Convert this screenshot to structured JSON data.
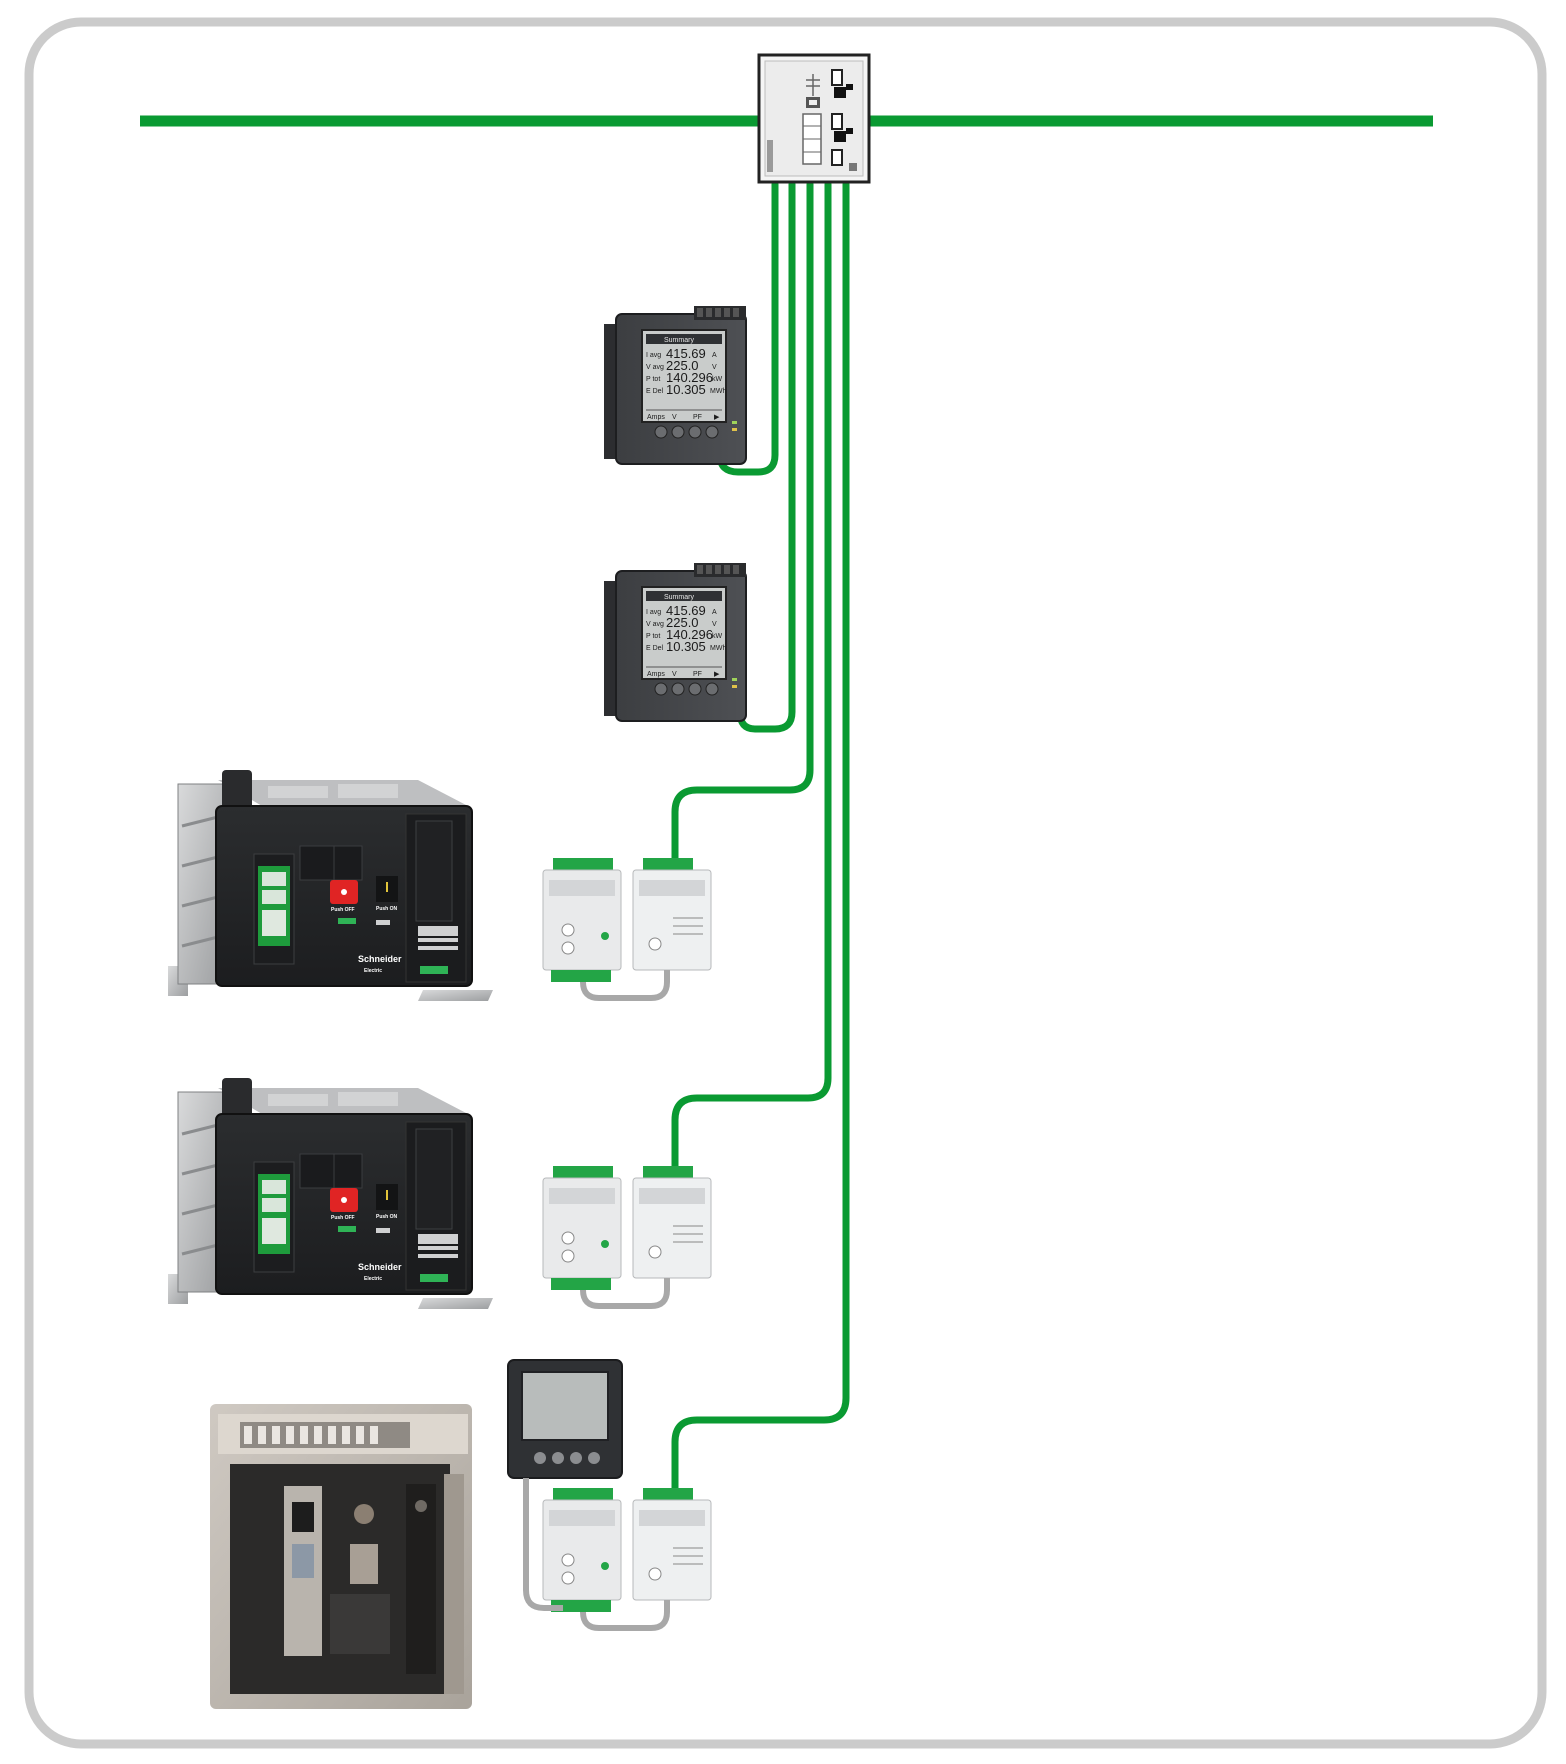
{
  "diagram": {
    "colors": {
      "bus": "#0a9a32",
      "cable_gray": "#a8a8a8",
      "frame_border": "#cbcbcb",
      "background": "#ffffff",
      "device_dark": "#2d2f31",
      "module_green": "#23a546"
    },
    "meter": {
      "header": "Summary",
      "rows": [
        {
          "label": "I avg",
          "value": "415.69",
          "unit": "A"
        },
        {
          "label": "V avg",
          "value": "225.0",
          "unit": "V"
        },
        {
          "label": "P tot",
          "value": "140.296",
          "unit": "kW"
        },
        {
          "label": "E Del",
          "value": "10.305",
          "unit": "MWh"
        }
      ],
      "softkeys": [
        "Amps",
        "V",
        "PF",
        "▶"
      ]
    },
    "breaker": {
      "brand": "Schneider",
      "brand_sub": "Electric",
      "push_off": "Push OFF",
      "push_on": "Push ON"
    },
    "devices": [
      {
        "type": "power-meter",
        "name": "meter-1"
      },
      {
        "type": "power-meter",
        "name": "meter-2"
      },
      {
        "type": "air-circuit-breaker",
        "name": "breaker-1"
      },
      {
        "type": "air-circuit-breaker",
        "name": "breaker-2"
      },
      {
        "type": "legacy-air-circuit-breaker",
        "name": "breaker-3"
      }
    ],
    "icons": [
      "ethernet-switch-icon",
      "power-meter-icon",
      "circuit-breaker-icon",
      "io-module-icon",
      "display-unit-icon"
    ]
  }
}
